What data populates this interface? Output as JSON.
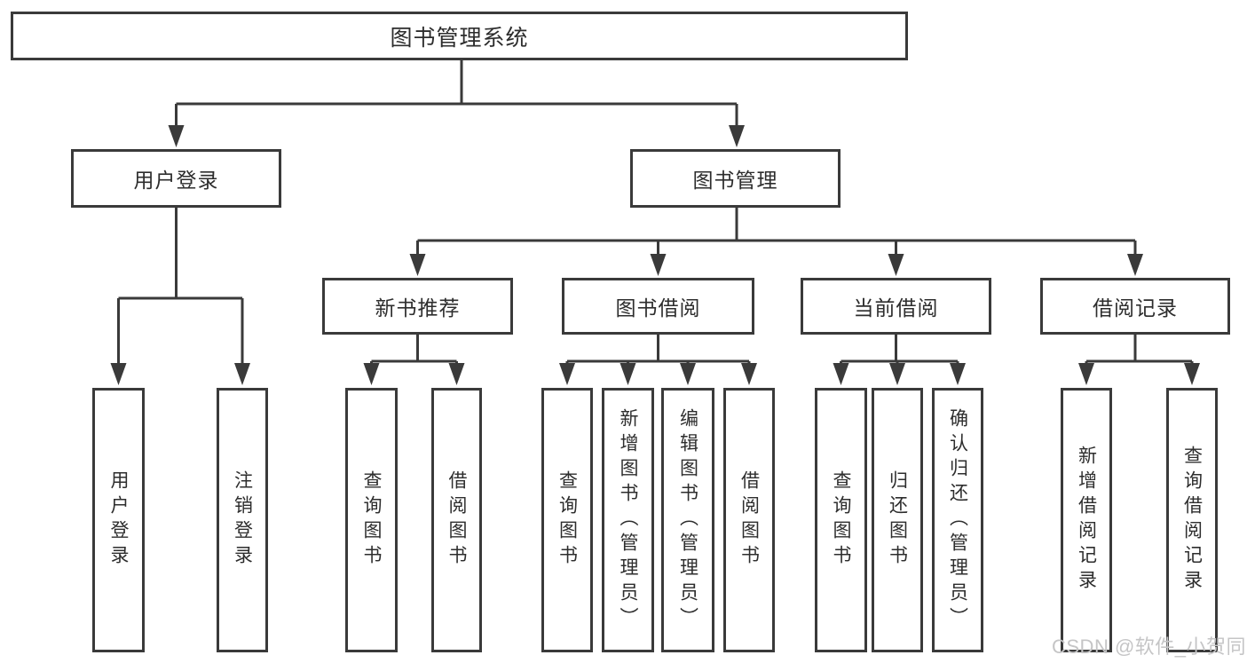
{
  "diagram": {
    "title": "图书管理系统",
    "level2": {
      "user_login": "用户登录",
      "book_mgmt": "图书管理"
    },
    "level3": {
      "new_books": "新书推荐",
      "borrowing": "图书借阅",
      "current": "当前借阅",
      "records": "借阅记录"
    },
    "leaves": {
      "login_user_login": "用户登录",
      "login_logout": "注销登录",
      "nb_query_books": "查询图书",
      "nb_borrow_books": "借阅图书",
      "bw_query_books": "查询图书",
      "bw_add_books": "新增图书（管理员）",
      "bw_edit_books": "编辑图书（管理员）",
      "bw_borrow_books": "借阅图书",
      "cu_query_books": "查询图书",
      "cu_return_books": "归还图书",
      "cu_confirm_return": "确认归还（管理员）",
      "rc_add_record": "新增借阅记录",
      "rc_query_record": "查询借阅记录"
    },
    "hierarchy": {
      "root": "图书管理系统",
      "children": [
        {
          "label": "用户登录",
          "children": [
            "用户登录",
            "注销登录"
          ]
        },
        {
          "label": "图书管理",
          "children": [
            {
              "label": "新书推荐",
              "children": [
                "查询图书",
                "借阅图书"
              ]
            },
            {
              "label": "图书借阅",
              "children": [
                "查询图书",
                "新增图书（管理员）",
                "编辑图书（管理员）",
                "借阅图书"
              ]
            },
            {
              "label": "当前借阅",
              "children": [
                "查询图书",
                "归还图书",
                "确认归还（管理员）"
              ]
            },
            {
              "label": "借阅记录",
              "children": [
                "新增借阅记录",
                "查询借阅记录"
              ]
            }
          ]
        }
      ]
    },
    "colors": {
      "line": "#3a3a3a",
      "text": "#2d2d2d",
      "box_background": "#ffffff",
      "page_background": "#ffffff",
      "watermark": "#c5c5c6"
    }
  },
  "watermark": {
    "text": "CSDN @软件_小贺同学"
  }
}
